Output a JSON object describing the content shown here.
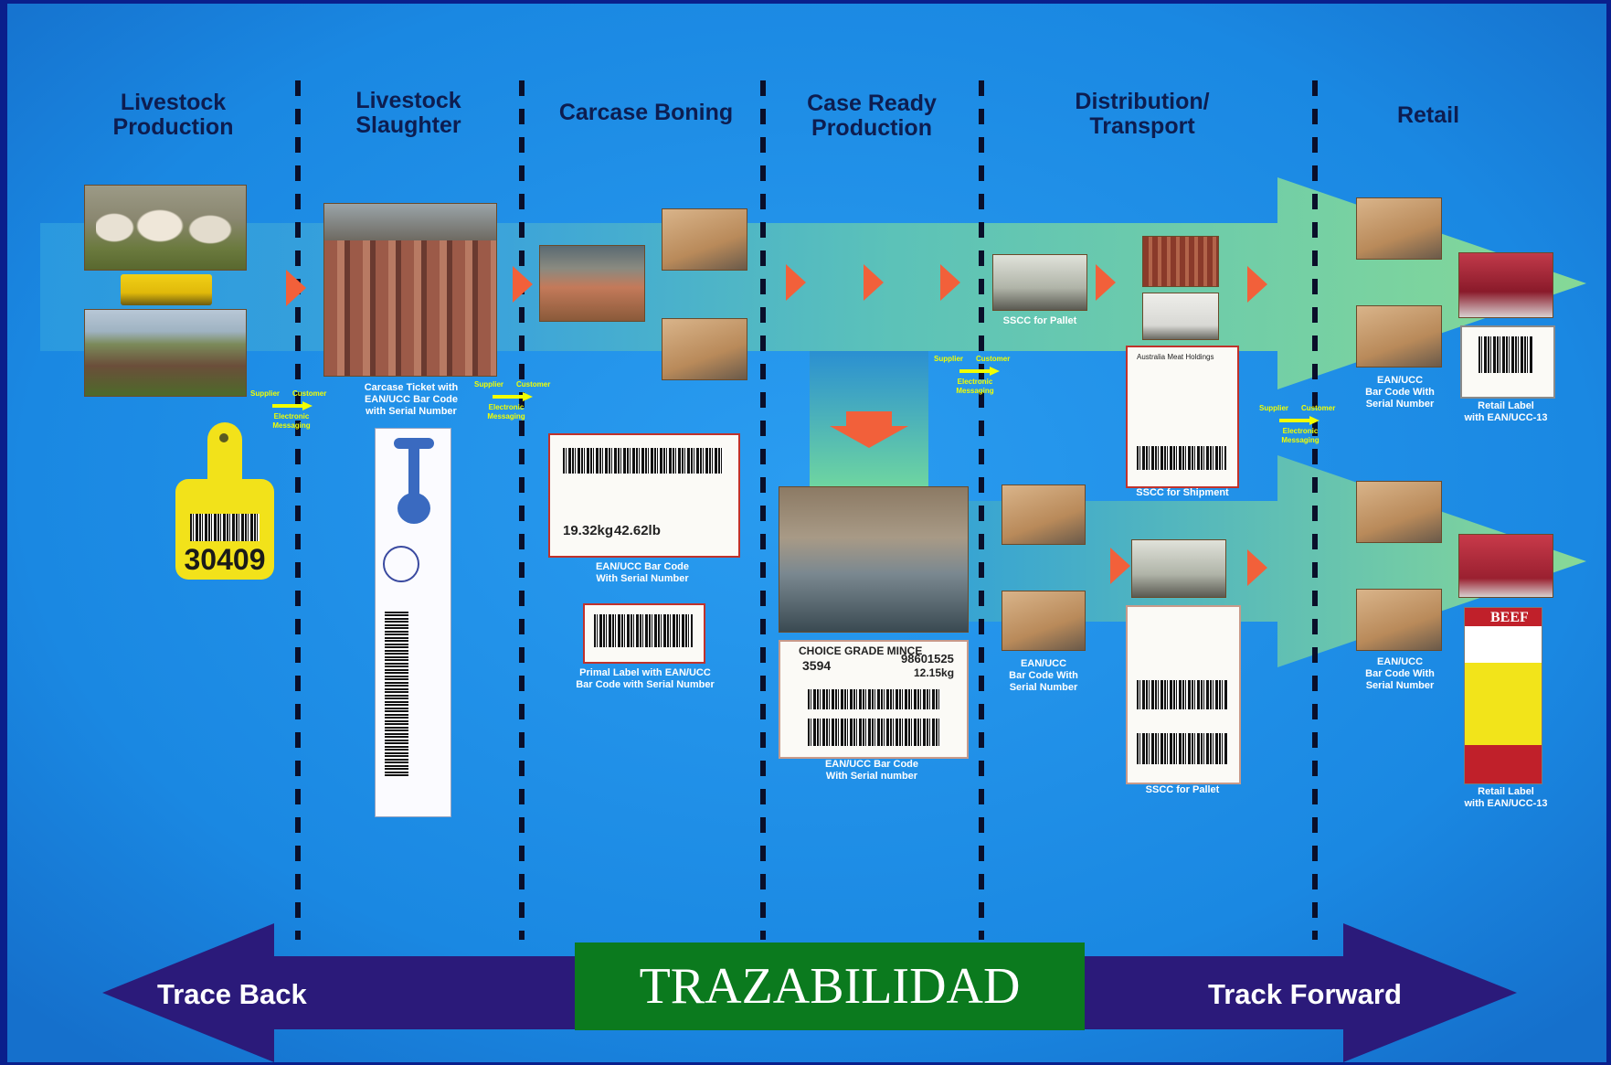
{
  "stages": [
    {
      "title": "Livestock\nProduction"
    },
    {
      "title": "Livestock\nSlaughter"
    },
    {
      "title": "Carcase Boning"
    },
    {
      "title": "Case Ready\nProduction"
    },
    {
      "title": "Distribution/\nTransport"
    },
    {
      "title": "Retail"
    }
  ],
  "captions": {
    "carcase_ticket": "Carcase Ticket with\nEAN/UCC Bar Code\nwith Serial Number",
    "boning_label": "EAN/UCC Bar Code\nWith Serial Number",
    "primal_label": "Primal Label with EAN/UCC\nBar Code with Serial Number",
    "case_ready_label": "EAN/UCC  Bar Code\nWith Serial number",
    "sscc_pallet_top": "SSCC for Pallet",
    "sscc_shipment": "SSCC for Shipment",
    "distribution_bar_code": "EAN/UCC\nBar Code With\nSerial Number",
    "sscc_pallet_bottom": "SSCC for Pallet",
    "retail_bar_code_top": "EAN/UCC\nBar Code With\nSerial Number",
    "retail_label_top": "Retail Label\nwith EAN/UCC-13",
    "retail_bar_code_bottom": "EAN/UCC\nBar Code With\nSerial Number",
    "retail_label_bottom": "Retail Label\nwith EAN/UCC-13"
  },
  "messaging": {
    "supplier": "Supplier",
    "customer": "Customer",
    "electronic": "Electronic\nMessaging"
  },
  "ear_tag_number": "30409",
  "shipment_label_company": "Australia Meat Holdings",
  "retail_tag_text": "BEEF",
  "case_label_heading": "CHOICE GRADE MINCE",
  "case_label_numbers": {
    "left": "3594",
    "right": "98601525",
    "weight": "12.15kg"
  },
  "boning_label_weights": {
    "a": "19.32kg",
    "b": "42.62lb"
  },
  "bottom_bar": {
    "trace_back": "Trace Back",
    "track_forward": "Track Forward",
    "title": "TRAZABILIDAD"
  },
  "colors": {
    "background": "#1e8ee6",
    "header_text": "#0d1d50",
    "flow_band": "#6fd6a0",
    "process_arrow": "#f2603a",
    "messaging_text": "#f2ff00",
    "bottom_arrow": "#2b1a7a",
    "title_box": "#0b7a1e"
  }
}
